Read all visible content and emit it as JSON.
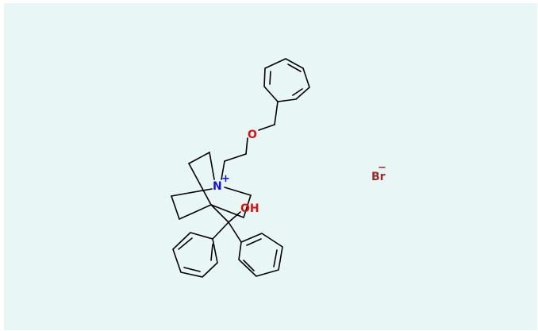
{
  "molecule": {
    "atoms": {
      "nitrogen": "N",
      "nitrogen_charge": "+",
      "oxygen_ether": "O",
      "hydroxyl": "OH",
      "bromide": "Br",
      "bromide_charge": "−"
    },
    "colors": {
      "background": "#e8f6f6",
      "bond": "#000000",
      "nitrogen": "#1010ee",
      "oxygen": "#dd1010",
      "bromine": "#a02828"
    }
  }
}
